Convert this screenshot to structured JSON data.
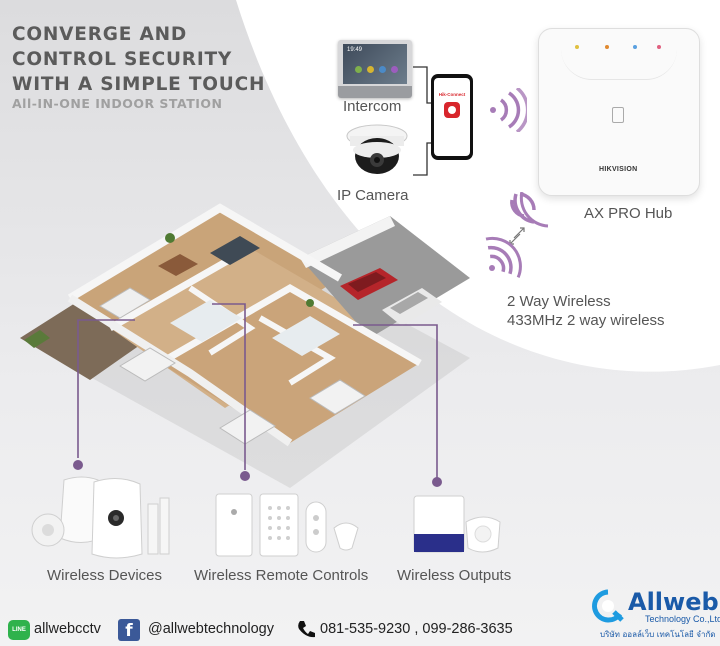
{
  "headline": {
    "line1": "CONVERGE AND",
    "line2": "CONTROL SECURITY",
    "line3": "WITH A SIMPLE TOUCH",
    "subtitle": "All-IN-ONE INDOOR STATION"
  },
  "devices": {
    "intercom": "Intercom",
    "ip_camera": "IP Camera",
    "hub": "AX PRO Hub",
    "hub_brand": "HIKVISION",
    "phone_app": "Hik-Connect",
    "intercom_time": "19:49"
  },
  "wireless": {
    "line1": "2 Way Wireless",
    "line2": "433MHz 2 way wireless"
  },
  "categories": {
    "devices": "Wireless Devices",
    "remotes": "Wireless Remote Controls",
    "outputs": "Wireless Outputs"
  },
  "footer": {
    "line_label": "LINE",
    "line_id": "allwebcctv",
    "facebook": "@allwebtechnology",
    "phone": "081-535-9230 , 099-286-3635"
  },
  "company": {
    "name": "Allweb",
    "sub": "Technology Co.,Ltd.",
    "thai": "บริษัท ออลล์เว็บ เทคโนโลยี จำกัด"
  },
  "colors": {
    "accent_purple": "#7a5a8e",
    "brand_blue": "#1a5aa8",
    "hikvision_red": "#d8262c"
  }
}
